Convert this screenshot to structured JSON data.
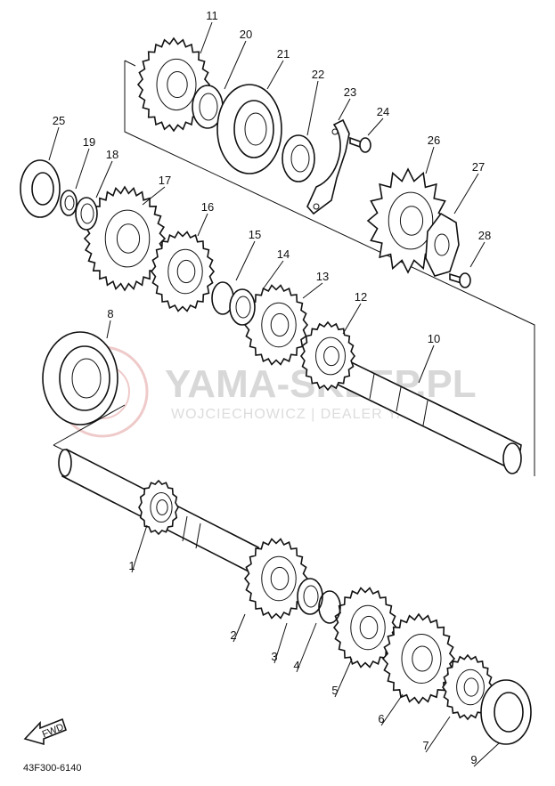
{
  "diagram_code": "43F300-6140",
  "fwd_label": "FWD",
  "watermark": {
    "main": "YAMA-SKLEP.PL",
    "sub": "WOJCIECHOWICZ | DEALER YAMAHA",
    "logo_color": "#e4a0a0"
  },
  "callouts": [
    {
      "id": "1",
      "label": "1"
    },
    {
      "id": "2",
      "label": "2"
    },
    {
      "id": "3",
      "label": "3"
    },
    {
      "id": "4",
      "label": "4"
    },
    {
      "id": "5",
      "label": "5"
    },
    {
      "id": "6",
      "label": "6"
    },
    {
      "id": "7",
      "label": "7"
    },
    {
      "id": "8",
      "label": "8"
    },
    {
      "id": "9",
      "label": "9"
    },
    {
      "id": "10",
      "label": "10"
    },
    {
      "id": "11",
      "label": "11"
    },
    {
      "id": "12",
      "label": "12"
    },
    {
      "id": "13",
      "label": "13"
    },
    {
      "id": "14",
      "label": "14"
    },
    {
      "id": "15",
      "label": "15"
    },
    {
      "id": "16",
      "label": "16"
    },
    {
      "id": "17",
      "label": "17"
    },
    {
      "id": "18",
      "label": "18"
    },
    {
      "id": "19",
      "label": "19"
    },
    {
      "id": "20",
      "label": "20"
    },
    {
      "id": "21",
      "label": "21"
    },
    {
      "id": "22",
      "label": "22"
    },
    {
      "id": "23",
      "label": "23"
    },
    {
      "id": "24",
      "label": "24"
    },
    {
      "id": "25",
      "label": "25"
    },
    {
      "id": "26",
      "label": "26"
    },
    {
      "id": "27",
      "label": "27"
    },
    {
      "id": "28",
      "label": "28"
    }
  ]
}
